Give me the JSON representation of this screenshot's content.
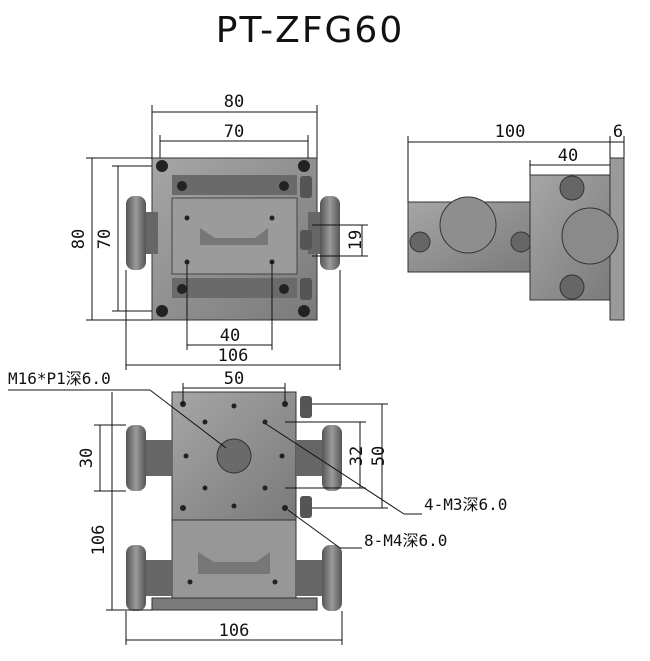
{
  "title": "PT-ZFG60",
  "colors": {
    "body": "#8a8a8a",
    "body_dark": "#5a5a5a",
    "knob": "#6e6e6e",
    "line": "#111111"
  },
  "top_view": {
    "dim_width_outer": "80",
    "dim_width_inner": "70",
    "dim_height_outer": "80",
    "dim_height_inner": "70",
    "dim_hole_spacing": "40",
    "dim_total": "106",
    "dim_offset": "19"
  },
  "side_view": {
    "dim_length": "100",
    "dim_flange": "6",
    "dim_stage": "40"
  },
  "bottom_view": {
    "dim_width": "50",
    "dim_hole_x": "32",
    "dim_height": "50",
    "dim_knob": "30",
    "dim_total_h": "106",
    "dim_total_w": "106",
    "callout_center": "M16*P1深6.0",
    "callout_m3": "4-M3深6.0",
    "callout_m4": "8-M4深6.0"
  }
}
